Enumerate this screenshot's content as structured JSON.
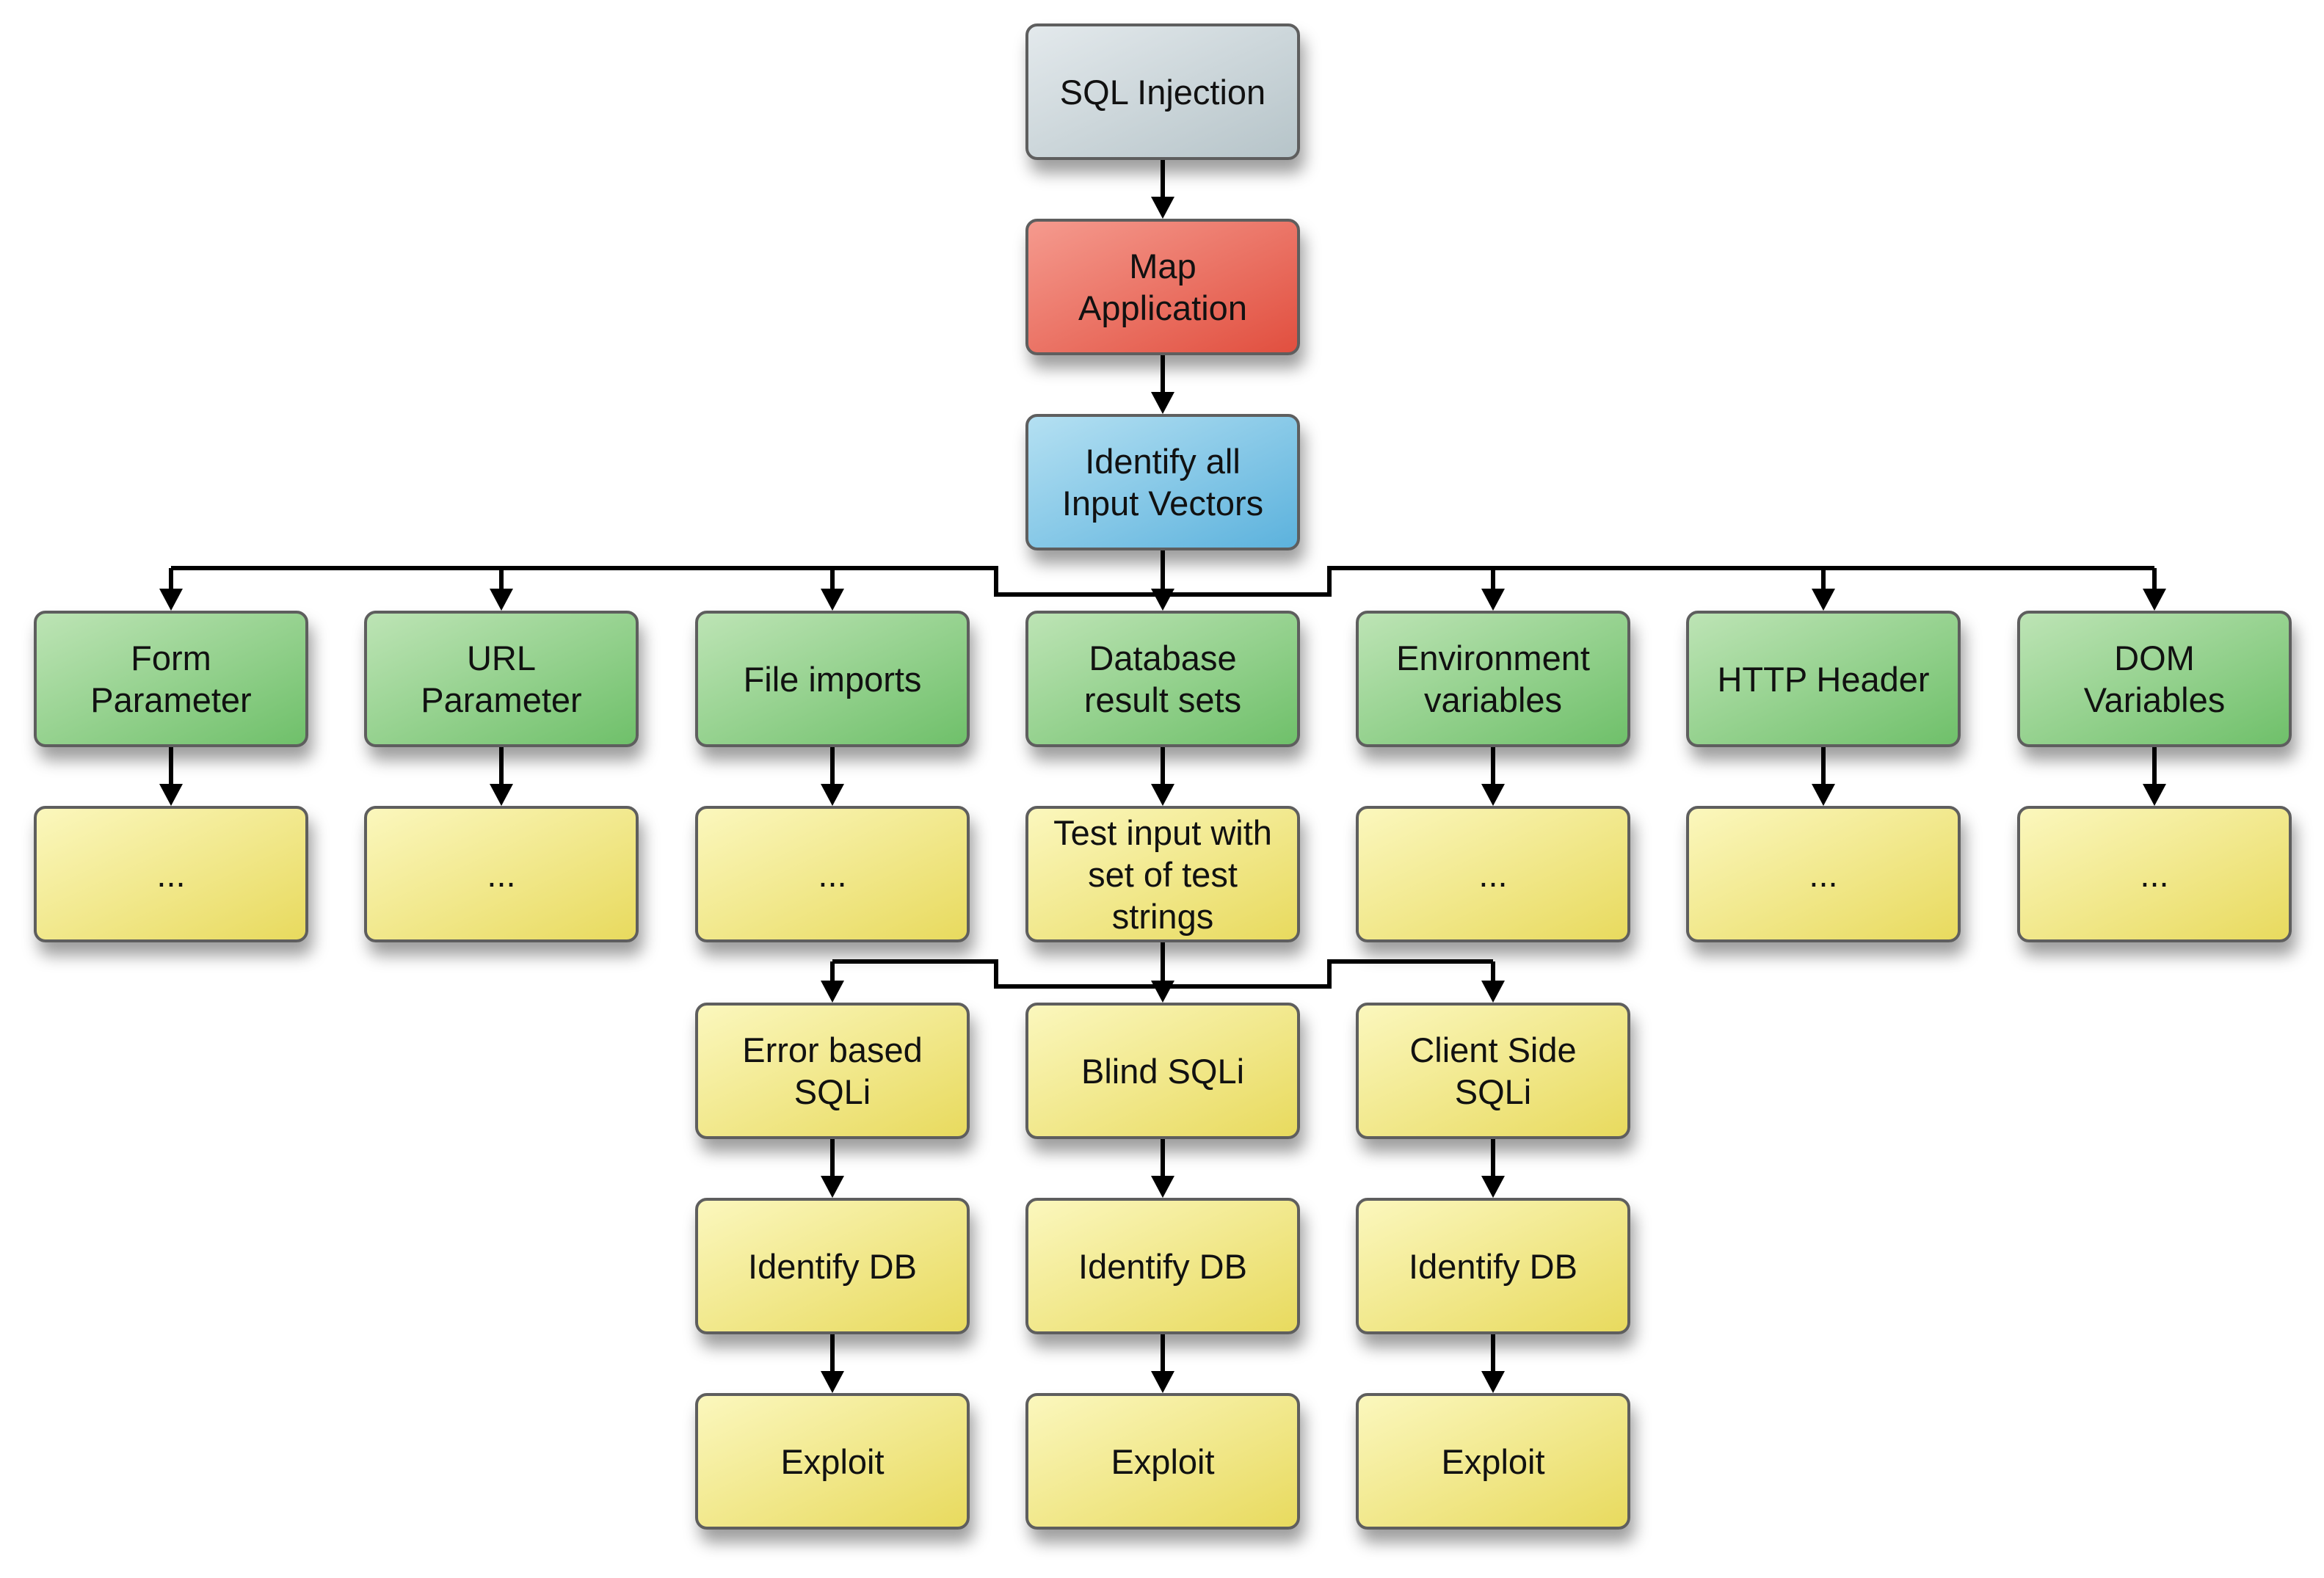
{
  "nodes": {
    "root": "SQL Injection",
    "map": "Map\nApplication",
    "identify_vectors": "Identify all\nInput Vectors",
    "vectors": [
      "Form\nParameter",
      "URL\nParameter",
      "File imports",
      "Database\nresult sets",
      "Environment\nvariables",
      "HTTP Header",
      "DOM\nVariables"
    ],
    "vector_steps": [
      "...",
      "...",
      "...",
      "Test input with\nset of test\nstrings",
      "...",
      "...",
      "..."
    ],
    "sqli_types": [
      "Error based\nSQLi",
      "Blind SQLi",
      "Client Side\nSQLi"
    ],
    "identify_db": [
      "Identify DB",
      "Identify DB",
      "Identify DB"
    ],
    "exploit": [
      "Exploit",
      "Exploit",
      "Exploit"
    ]
  },
  "colors": {
    "root": "#c5d0d4",
    "map": "#e8675a",
    "identify_vectors": "#7cc3e6",
    "vectors": "#8fce87",
    "steps": "#efe37f",
    "connector": "#000000"
  }
}
